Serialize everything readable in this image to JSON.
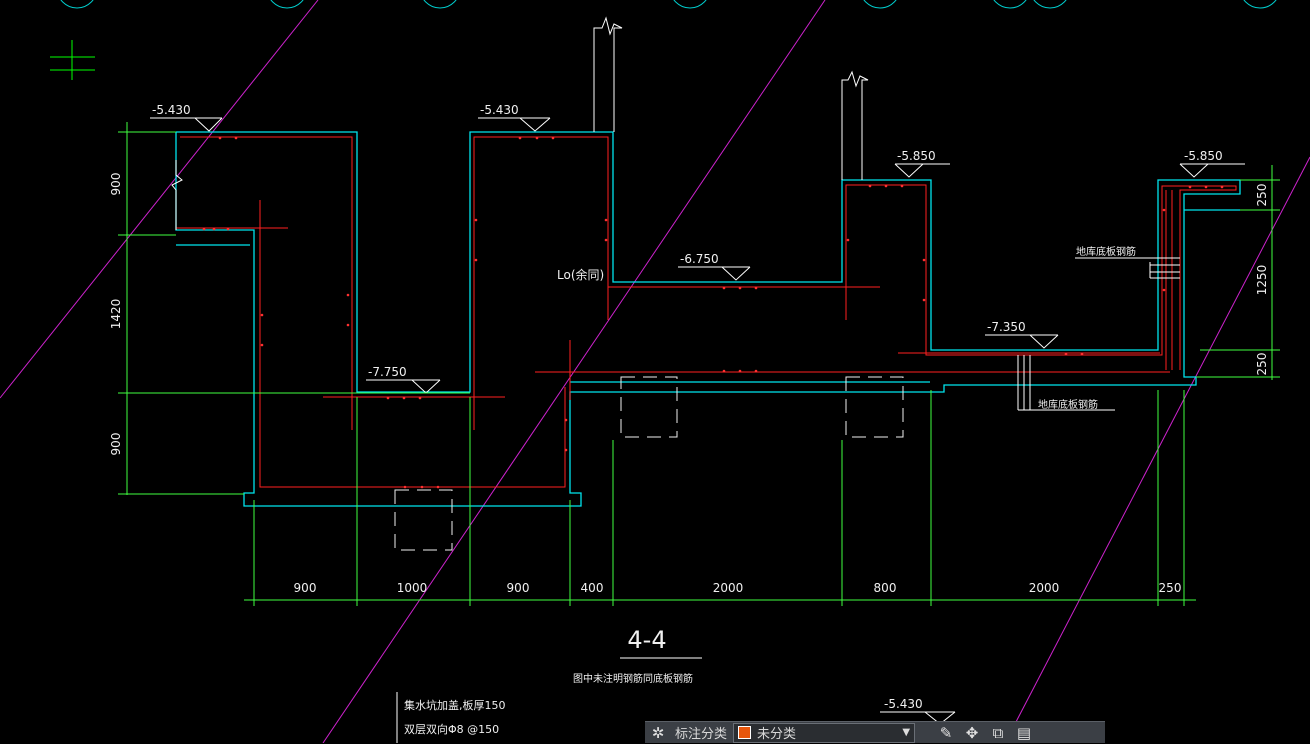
{
  "drawing": {
    "section_title": "4-4",
    "section_note": "图中未注明钢筋同底板钢筋",
    "bottom_notes": [
      "集水坑加盖,板厚150",
      "双层双向Φ8 @150"
    ],
    "elevation_labels": [
      "-5.430",
      "-5.430",
      "-7.750",
      "-6.750",
      "-5.850",
      "-5.850",
      "-7.350",
      "-5.430"
    ],
    "annotations": {
      "lap_label": "Lo(余同)",
      "foundation_rebar_upper": "地库底板钢筋",
      "foundation_rebar_lower": "地库底板钢筋"
    },
    "horizontal_dimensions": [
      "900",
      "1000",
      "900",
      "400",
      "2000",
      "800",
      "2000",
      "250"
    ],
    "left_dimensions": [
      "900",
      "1420",
      "900"
    ],
    "right_dimensions": [
      "250",
      "1250",
      "250"
    ]
  },
  "toolbar": {
    "category_label": "标注分类",
    "category_value": "未分类",
    "category_color": "#e8560c",
    "icons": [
      "style-icon",
      "edit-icon",
      "move-icon",
      "copy-icon",
      "layer-icon"
    ]
  },
  "colors": {
    "background": "#000000",
    "outline": "#00ffff",
    "rebar": "#ff0000",
    "dimension": "#00ff00",
    "text": "#ffffff",
    "grid_line": "#ff00ff"
  }
}
